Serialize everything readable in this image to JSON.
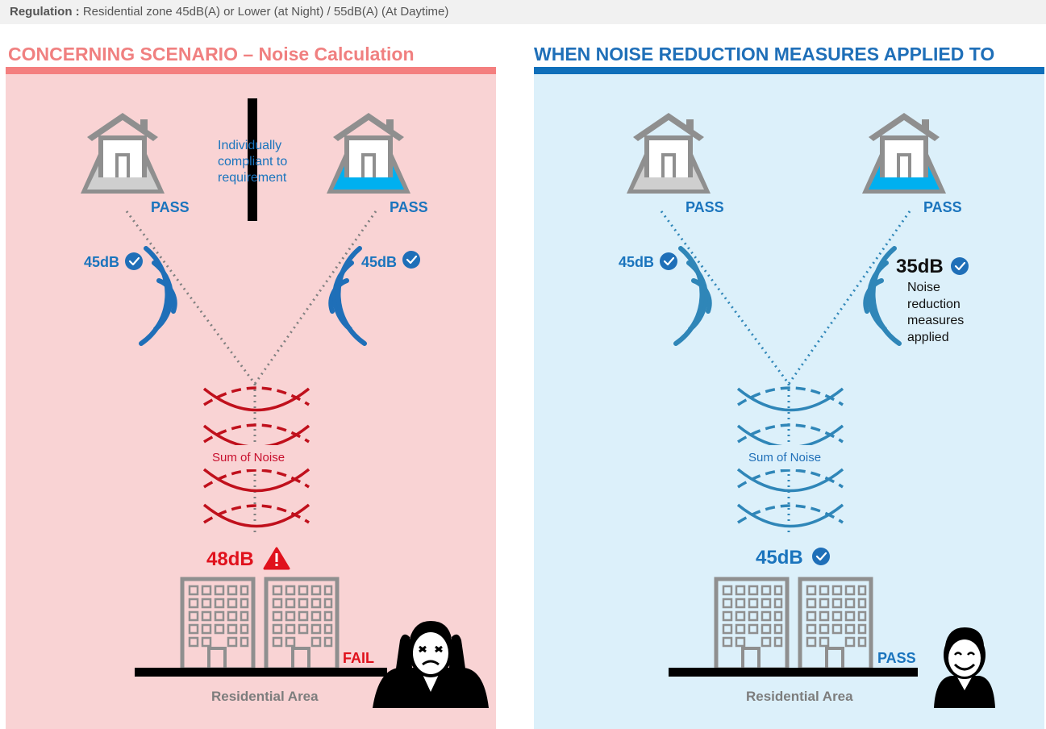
{
  "regulation": {
    "label": "Regulation :",
    "text": "Residential zone 45dB(A) or Lower (at Night) / 55dB(A) (At Daytime)"
  },
  "left": {
    "title": "CONCERNING SCENARIO – Noise Calculation",
    "note": "Individually compliant to requirement",
    "source_a": {
      "status": "PASS",
      "level": "45dB"
    },
    "source_b": {
      "status": "PASS",
      "level": "45dB"
    },
    "sum_label": "Sum of Noise",
    "result_level": "48dB",
    "result_status": "FAIL",
    "area_label": "Residential Area"
  },
  "right": {
    "title": "WHEN NOISE REDUCTION MEASURES APPLIED TO",
    "source_a": {
      "status": "PASS",
      "level": "45dB"
    },
    "source_b": {
      "status": "PASS",
      "level": "35dB",
      "note": "Noise reduction measures applied"
    },
    "sum_label": "Sum of Noise",
    "result_level": "45dB",
    "result_status": "PASS",
    "area_label": "Residential Area"
  },
  "colors": {
    "left_panel_bg": "#f9d3d4",
    "left_accent": "#f47f7f",
    "right_panel_bg": "#dcf0fa",
    "right_accent": "#0f6fba",
    "fail_red": "#e0111c",
    "wave_red": "#c0101c",
    "wave_blue": "#2f86b8",
    "house_gray": "#8f8f8f",
    "yard_blue": "#00b0f0"
  },
  "icons": [
    "house-icon",
    "sound-wave-icon",
    "check-icon",
    "warning-icon",
    "building-icon",
    "annoyed-person-icon",
    "happy-person-icon"
  ]
}
